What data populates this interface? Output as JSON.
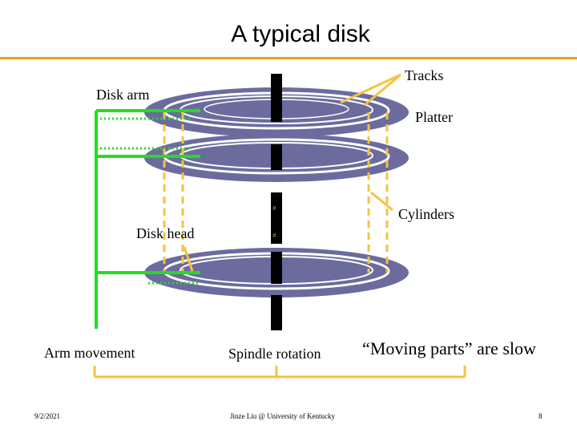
{
  "slide": {
    "title": "A typical disk",
    "labels": {
      "tracks": "Tracks",
      "disk_arm": "Disk arm",
      "platter": "Platter",
      "cylinders": "Cylinders",
      "disk_head": "Disk head",
      "arm_movement": "Arm movement",
      "spindle_rotation": "Spindle rotation",
      "moving_parts": "“Moving parts” are slow"
    },
    "footer": {
      "date": "9/2/2021",
      "author": "Jinze Liu @ University of Kentucky",
      "page": "8"
    }
  },
  "colors": {
    "accent_rule": "#e8a317",
    "platter": "#6b6b9e",
    "arm": "#22dd22",
    "cylinder_lines": "#f5c242",
    "spindle": "#000000",
    "track": "#ffffff",
    "callout": "#f5c242"
  }
}
